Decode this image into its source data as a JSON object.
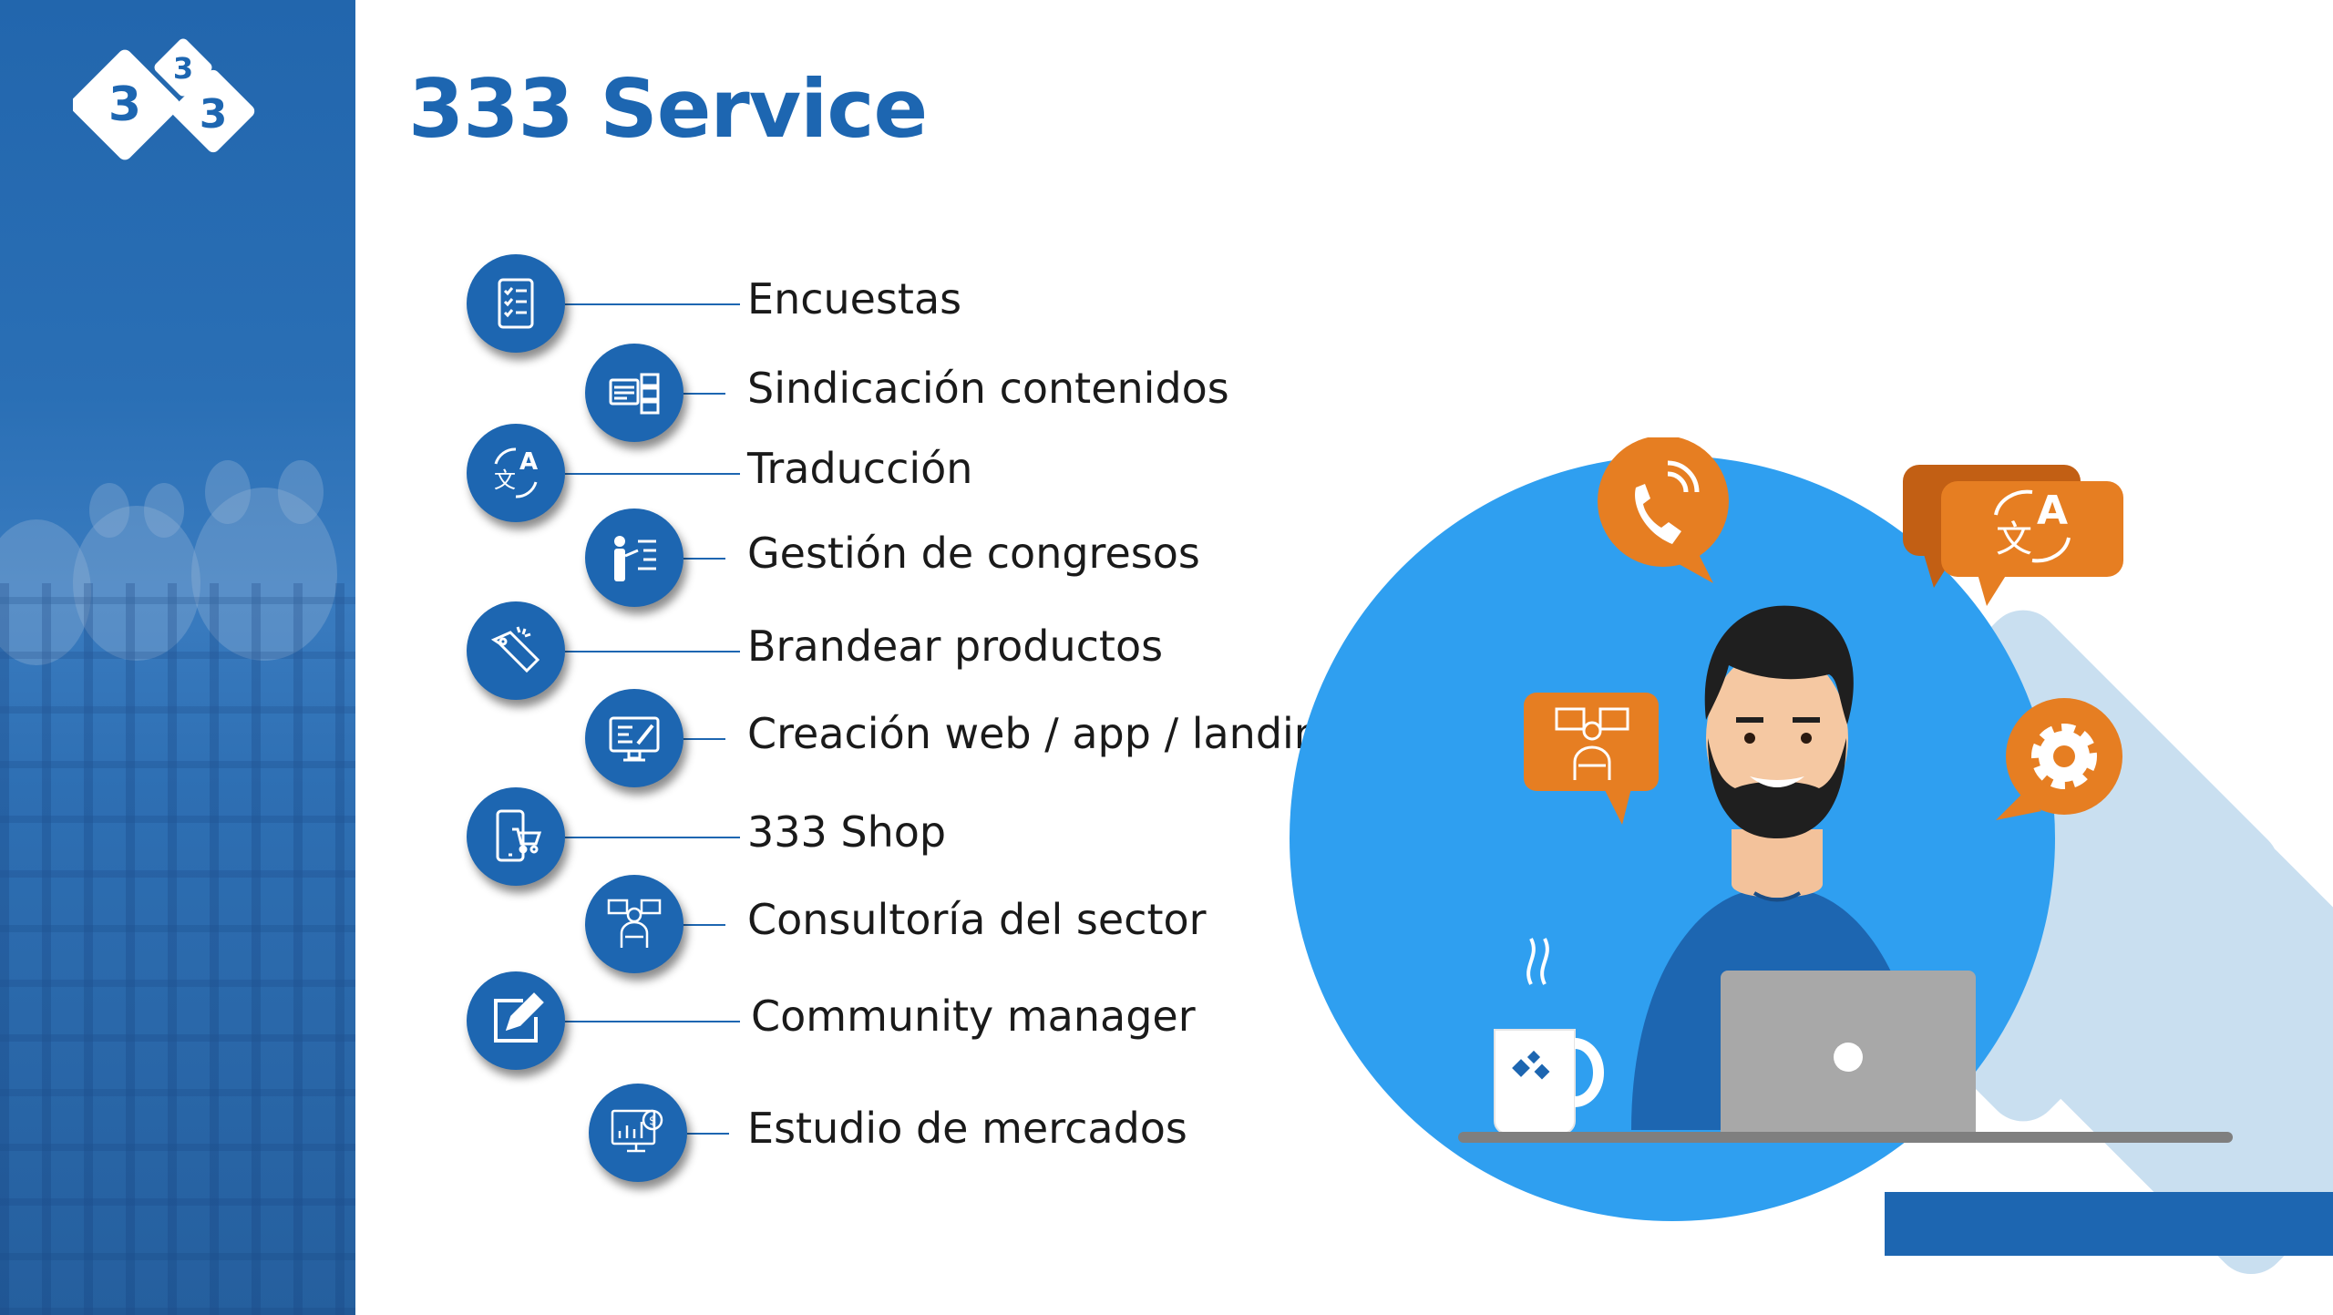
{
  "title": "333 Service",
  "logo": {
    "digits": [
      "3",
      "3",
      "3"
    ]
  },
  "services": [
    {
      "label": "Encuestas",
      "icon": "survey-checklist-icon"
    },
    {
      "label": "Sindicación contenidos",
      "icon": "content-syndication-icon"
    },
    {
      "label": "Traducción",
      "icon": "translation-icon"
    },
    {
      "label": "Gestión de congresos",
      "icon": "presenter-icon"
    },
    {
      "label": "Brandear productos",
      "icon": "brand-tag-icon"
    },
    {
      "label": "Creación web / app / landing",
      "icon": "web-design-icon"
    },
    {
      "label": "333 Shop",
      "icon": "mobile-shop-icon"
    },
    {
      "label": "Consultoría del sector",
      "icon": "consultant-icon"
    },
    {
      "label": "Community  manager",
      "icon": "edit-icon"
    },
    {
      "label": "Estudio de mercados",
      "icon": "market-analysis-icon"
    }
  ],
  "colors": {
    "brand_blue": "#1d66b1",
    "orange": "#e67e22",
    "light_blue": "#2f9ff0",
    "pale_blue": "#c9dff0"
  }
}
